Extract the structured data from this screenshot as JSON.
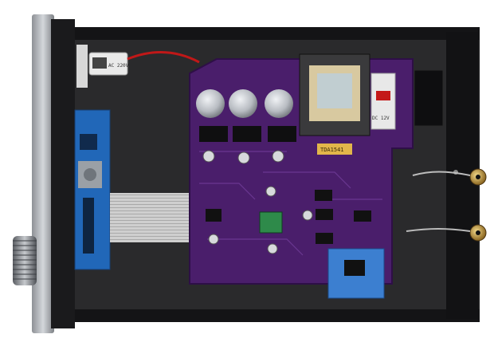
{
  "photo": {
    "subject": "amplifier-chassis-top-view",
    "colors": {
      "background": "#ffffff",
      "chassis": "#1c1c1e",
      "floor": "#2a2a2c",
      "pcb_main": "#4a1e6b",
      "pcb_blue": "#1f5fb0",
      "front_panel": "#b9bcc0",
      "transformer": "#d8c9a0",
      "ribbon": "#c8c8c8",
      "rca_gold": "#c9a040",
      "cap_silver": "#c9ccd2"
    }
  },
  "markings": {
    "small_component_label": "AC 220V",
    "main_board_tag": "TDA1541",
    "relay_label": "DC 12V"
  }
}
